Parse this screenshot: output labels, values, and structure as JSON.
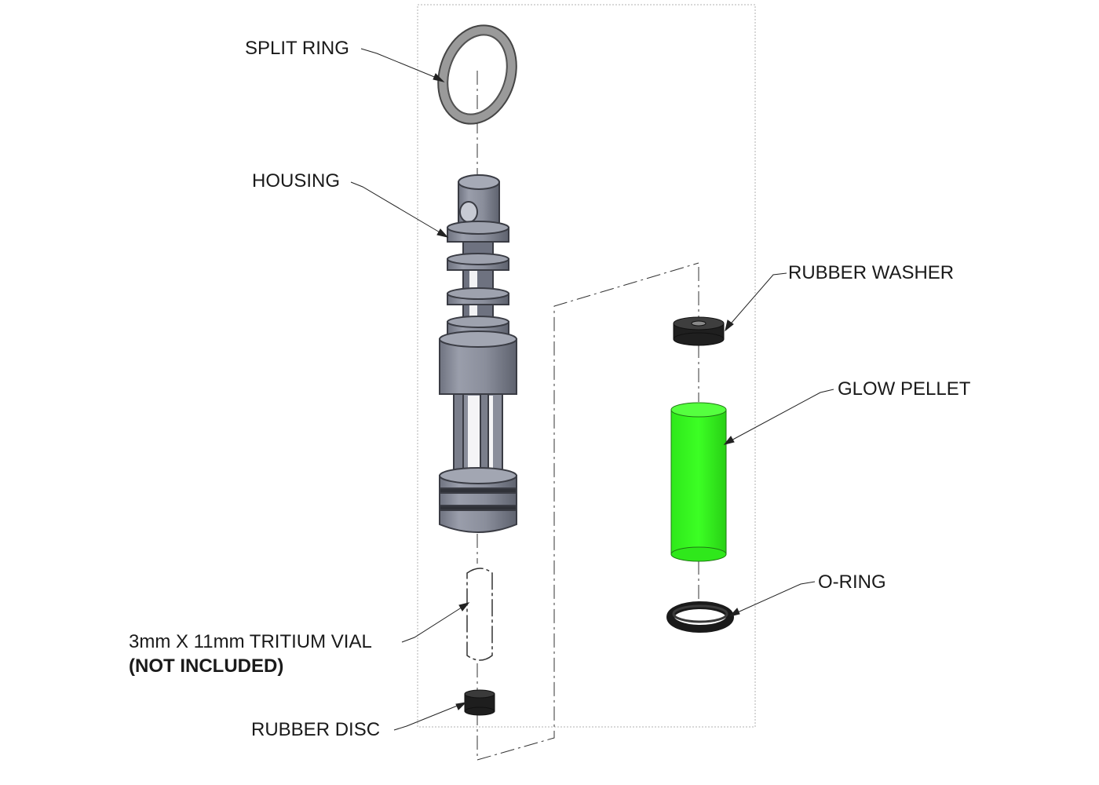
{
  "labels": {
    "split_ring": "SPLIT RING",
    "housing": "HOUSING",
    "rubber_washer": "RUBBER WASHER",
    "glow_pellet": "GLOW PELLET",
    "o_ring": "O-RING",
    "tritium_vial": "3mm X 11mm TRITIUM VIAL",
    "not_included": "(NOT INCLUDED)",
    "rubber_disc": "RUBBER DISC"
  },
  "colors": {
    "housing": "#8a8e9c",
    "glow_pellet": "#2ff01a",
    "rubber": "#222222",
    "split_ring": "#8c8c8c"
  },
  "icons": [
    "split-ring-icon",
    "housing-icon",
    "tritium-vial-icon",
    "rubber-disc-icon",
    "rubber-washer-icon",
    "glow-pellet-icon",
    "o-ring-icon"
  ]
}
